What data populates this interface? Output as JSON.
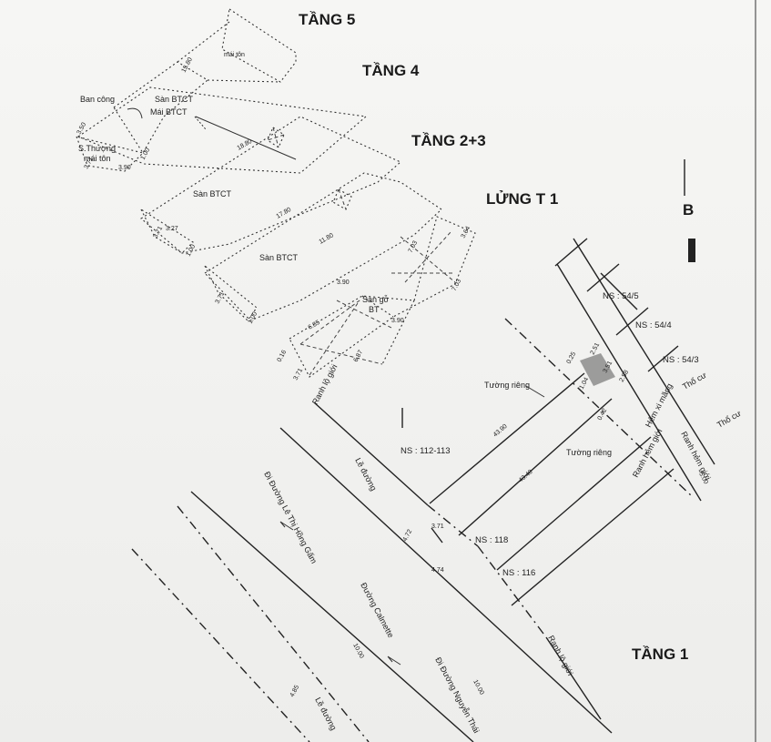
{
  "floors": {
    "tang5": "TẦNG 5",
    "tang4": "TẦNG 4",
    "tang23": "TẦNG 2+3",
    "lung": "LỬNG T 1",
    "tang1": "TẦNG 1"
  },
  "labels": {
    "ban_cong": "Ban công",
    "san_btct": "Sàn BTCT",
    "mai_btct": "Mái BTCT",
    "mai_ton": "mái tôn",
    "s_thuong": "S.Thượng",
    "s_thuong_mai_ton": "mái tôn",
    "san_go_1": "Sàn gỗ",
    "san_go_2": "BT",
    "ranh_lo_gioi": "Ranh lộ giới",
    "le_duong": "Lề đường",
    "duong_calmette": "Đường Calmette",
    "di_le_thi_hong_gam": "Đi Đường Lê Thị Hồng Gấm",
    "di_nguyen_thai_binh": "Đi Đường Nguyễn Thái",
    "le_duong_2": "Lề đường",
    "tuong_rieng_1": "Tường riêng",
    "tuong_rieng_2": "Tường riêng",
    "hem_xi_mang": "Hẻm xi măng",
    "ranh_hem_gioi_1": "Ranh hẻm giới",
    "ranh_hem_gioi_2": "Ranh hẻm giới",
    "tho_cu_1": "Thổ cư",
    "tho_cu_2": "Thổ cư",
    "ranh_lo_gioi_2": "Ranh lộ giới",
    "north_b": "B"
  },
  "lots": {
    "ns_112_113": "NS : 112-113",
    "ns_118": "NS : 118",
    "ns_116": "NS : 116",
    "ns_54_5": "NS : 54/5",
    "ns_54_4": "NS : 54/4",
    "ns_54_3": "NS : 54/3"
  },
  "dimensions": {
    "d_15_80": "15.80",
    "d_18_80": "18.80",
    "d_17_80": "17.80",
    "d_11_80": "11.80",
    "d_3_71_a": "3.71",
    "d_3_71_b": "3.71",
    "d_3_71_c": "3.71",
    "d_3_71_d": "3.71",
    "d_1_00_a": "1.00",
    "d_1_00_b": "1.00",
    "d_1_00_c": "1.00",
    "d_3_90_a": "3.90",
    "d_3_90_b": "3.90",
    "d_3_50": "3.50",
    "d_6_85": "6.85",
    "d_6_87": "6.87",
    "d_7_03_a": "7.03",
    "d_7_03_b": "7.03",
    "d_3_64": "3.64",
    "d_3_27": "3.27",
    "d_0_16": "0.16",
    "d_4_72": "4.72",
    "d_4_74": "4.74",
    "d_10_00_a": "10.00",
    "d_10_00_b": "10.00",
    "d_4_85": "4.85",
    "d_43_90": "43.90",
    "d_43_40": "43.40",
    "d_2_51": "2.51",
    "d_3_51": "3.51",
    "d_2_58": "2.58",
    "d_0_42": "0.42",
    "d_5_00": "5.00",
    "d_0_25": "0.25",
    "d_1_04": "1.04"
  }
}
